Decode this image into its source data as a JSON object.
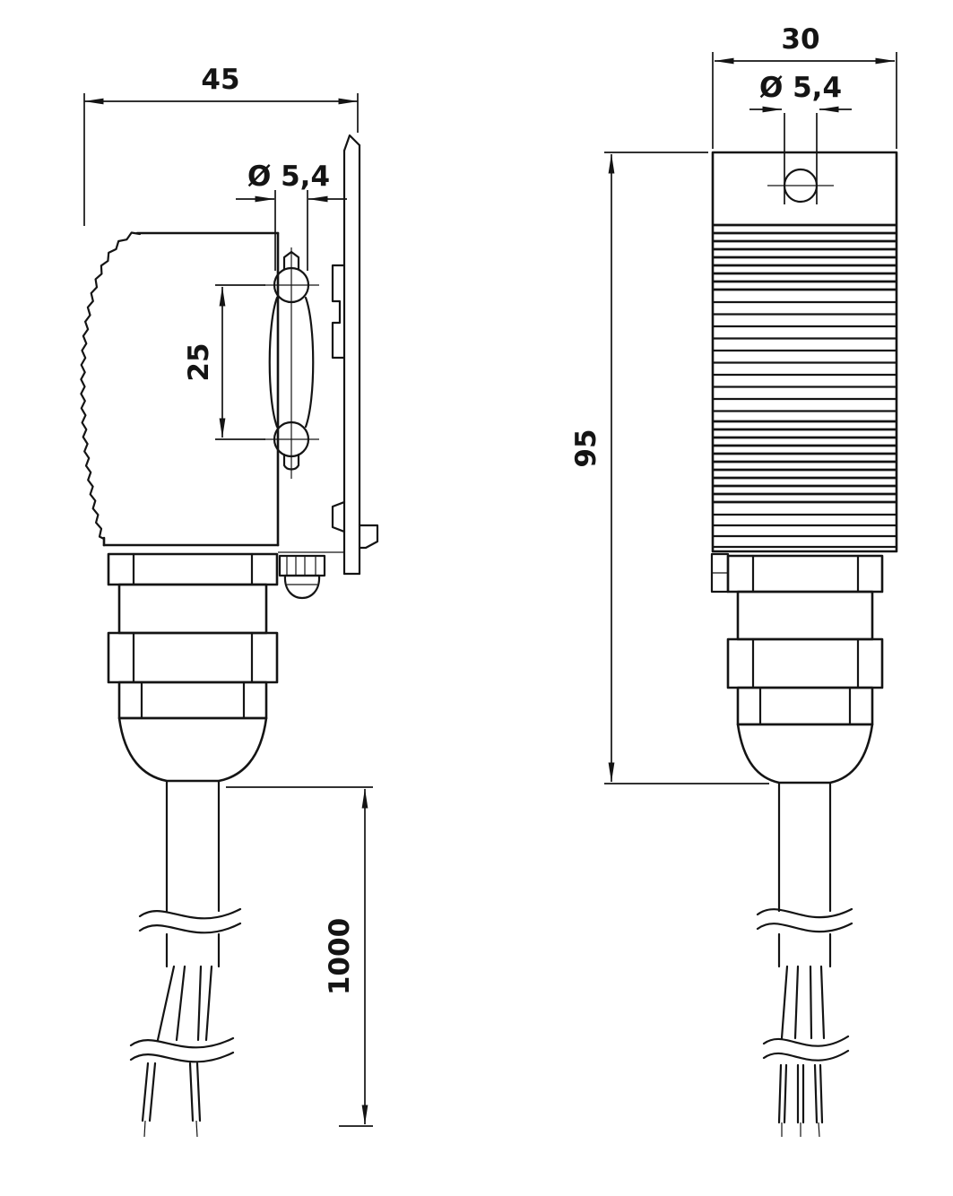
{
  "views": {
    "side": {
      "width": "45",
      "hole_diameter": "Ø 5,4",
      "hole_spacing": "25",
      "cable_length": "1000"
    },
    "front": {
      "width": "30",
      "hole_diameter": "Ø 5,4",
      "height": "95"
    }
  },
  "style": {
    "line_color": "#141414",
    "background": "#ffffff"
  }
}
